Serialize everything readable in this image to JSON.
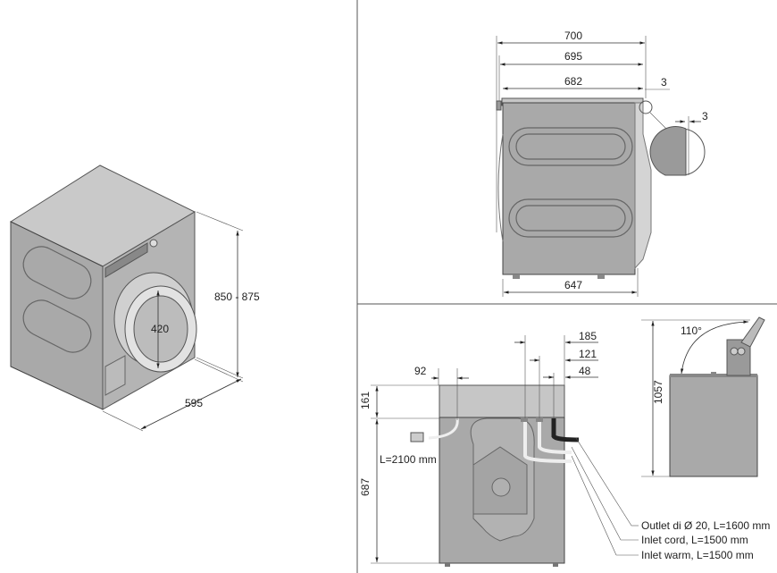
{
  "isometric_view": {
    "height_label": "850 - 875",
    "width_label": "595",
    "door_label": "420"
  },
  "side_view": {
    "depth_total": "700",
    "depth_body_door": "695",
    "depth_body": "682",
    "offset_top": "3",
    "offset_detail": "3",
    "feet_spacing": "647"
  },
  "rear_view": {
    "power_offset": "92",
    "outlet_offset_185": "185",
    "outlet_offset_121": "121",
    "outlet_offset_48": "48",
    "top_height": "161",
    "connection_height": "687",
    "power_cord": "L=2100 mm",
    "callouts": [
      "Outlet di Ø 20, L=1600 mm",
      "Inlet cord, L=1500 mm",
      "Inlet warm, L=1500 mm"
    ]
  },
  "lid_view": {
    "angle": "110°",
    "height_open": "1057"
  },
  "colors": {
    "body": "#a9a9a9",
    "line": "#333333"
  }
}
